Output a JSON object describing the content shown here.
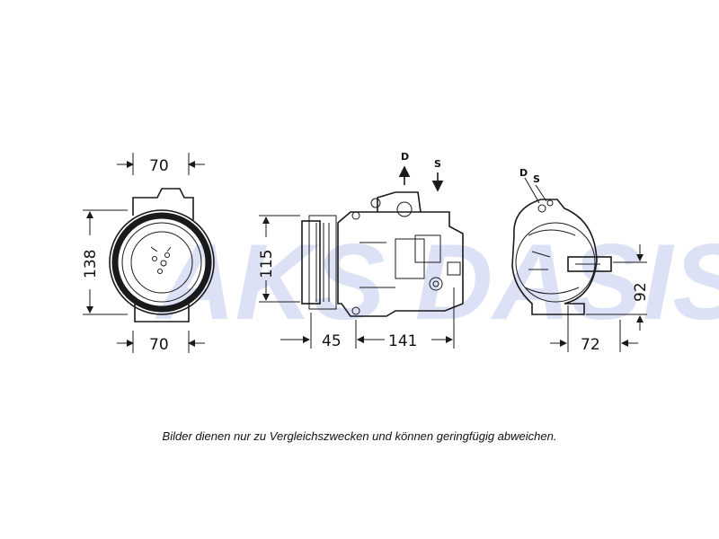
{
  "watermark": "AKS DASIS",
  "front_view": {
    "width_top": "70",
    "width_bottom": "70",
    "height": "138"
  },
  "side_view": {
    "height": "115",
    "depth_front": "45",
    "depth_main": "141",
    "port_discharge": "D",
    "port_suction": "S"
  },
  "rear_view": {
    "width": "72",
    "height": "92",
    "port_discharge": "D",
    "port_suction": "S"
  },
  "caption": "Bilder dienen nur zu Vergleichszwecken und können geringfügig abweichen.",
  "colors": {
    "line": "#1a1a1a",
    "watermark": "#4a5fd0"
  }
}
